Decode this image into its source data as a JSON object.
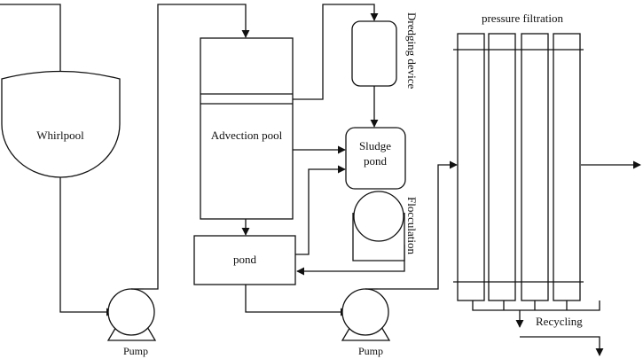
{
  "labels": {
    "whirlpool": "Whirlpool",
    "advection_pool": "Advection pool",
    "dredging_device": "Dredging device",
    "sludge_pond": [
      "Sludge",
      "pond"
    ],
    "flocculation": "Flocculation",
    "pond": "pond",
    "pressure_filtration": "pressure filtration",
    "recycling": "Recycling",
    "pump_left": "Pump",
    "pump_right": "Pump"
  }
}
